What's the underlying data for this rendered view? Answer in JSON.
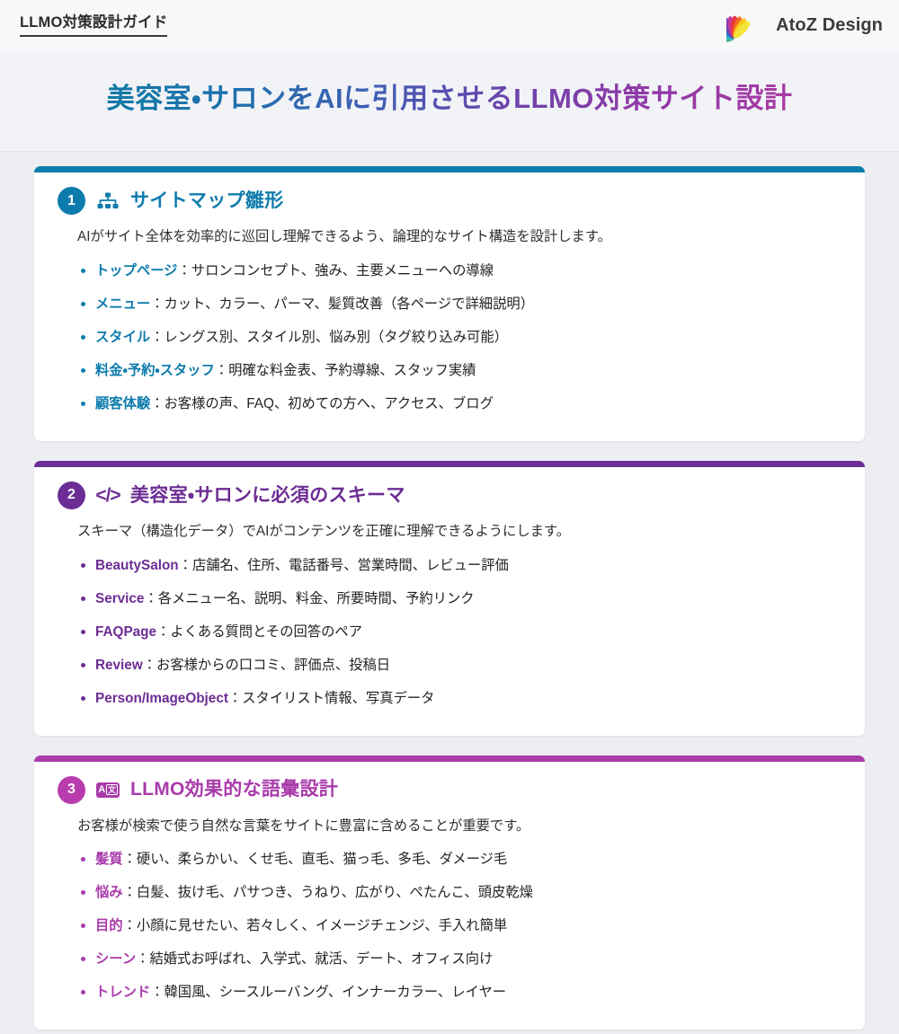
{
  "header": {
    "kicker": "LLMO対策設計ガイド",
    "brand_name": "AtoZ Design",
    "logo_icon": "fan-petal-logo"
  },
  "title_band": {
    "main_title": "美容室・サロンをAIに引用させるLLMO対策サイト設計",
    "gradient_start": "#1179a6",
    "gradient_end": "#a93ba4"
  },
  "sections": [
    {
      "number": "1",
      "icon": "sitemap-icon",
      "title": "サイトマップ雛形",
      "accent": "#0e7cad",
      "badge_color": "#0d7cad",
      "description": "AIがサイト全体を効率的に巡回し理解できるよう、論理的なサイト構造を設計します。",
      "items": [
        {
          "term": "トップページ",
          "rest": "：サロンコンセプト、強み、主要メニューへの導線"
        },
        {
          "term": "メニュー",
          "rest": "：カット、カラー、パーマ、髪質改善（各ページで詳細説明）"
        },
        {
          "term": "スタイル",
          "rest": "：レングス別、スタイル別、悩み別（タグ絞り込み可能）"
        },
        {
          "term": "料金・予約・スタッフ",
          "rest": "：明確な料金表、予約導線、スタッフ実績"
        },
        {
          "term": "顧客体験",
          "rest": "：お客様の声、FAQ、初めての方へ、アクセス、ブログ"
        }
      ]
    },
    {
      "number": "2",
      "icon": "code-icon",
      "title": "美容室・サロンに必須のスキーマ",
      "accent": "#6c2d94",
      "badge_color": "#6c2d94",
      "description": "スキーマ（構造化データ）でAIがコンテンツを正確に理解できるようにします。",
      "items": [
        {
          "term": "BeautySalon",
          "rest": "：店舗名、住所、電話番号、営業時間、レビュー評価"
        },
        {
          "term": "Service",
          "rest": "：各メニュー名、説明、料金、所要時間、予約リンク"
        },
        {
          "term": "FAQPage",
          "rest": "：よくある質問とその回答のペア"
        },
        {
          "term": "Review",
          "rest": "：お客様からの口コミ、評価点、投稿日"
        },
        {
          "term": "Person/ImageObject",
          "rest": "：スタイリスト情報、写真データ"
        }
      ]
    },
    {
      "number": "3",
      "icon": "translate-icon",
      "title": "LLMO効果的な語彙設計",
      "accent": "#a93bab",
      "badge_color": "#b83cae",
      "description": "お客様が検索で使う自然な言葉をサイトに豊富に含めることが重要です。",
      "items": [
        {
          "term": "髪質",
          "rest": "：硬い、柔らかい、くせ毛、直毛、猫っ毛、多毛、ダメージ毛"
        },
        {
          "term": "悩み",
          "rest": "：白髪、抜け毛、パサつき、うねり、広がり、ぺたんこ、頭皮乾燥"
        },
        {
          "term": "目的",
          "rest": "：小顔に見せたい、若々しく、イメージチェンジ、手入れ簡単"
        },
        {
          "term": "シーン",
          "rest": "：結婚式お呼ばれ、入学式、就活、デート、オフィス向け"
        },
        {
          "term": "トレンド",
          "rest": "：韓国風、シースルーバング、インナーカラー、レイヤー"
        }
      ]
    }
  ]
}
